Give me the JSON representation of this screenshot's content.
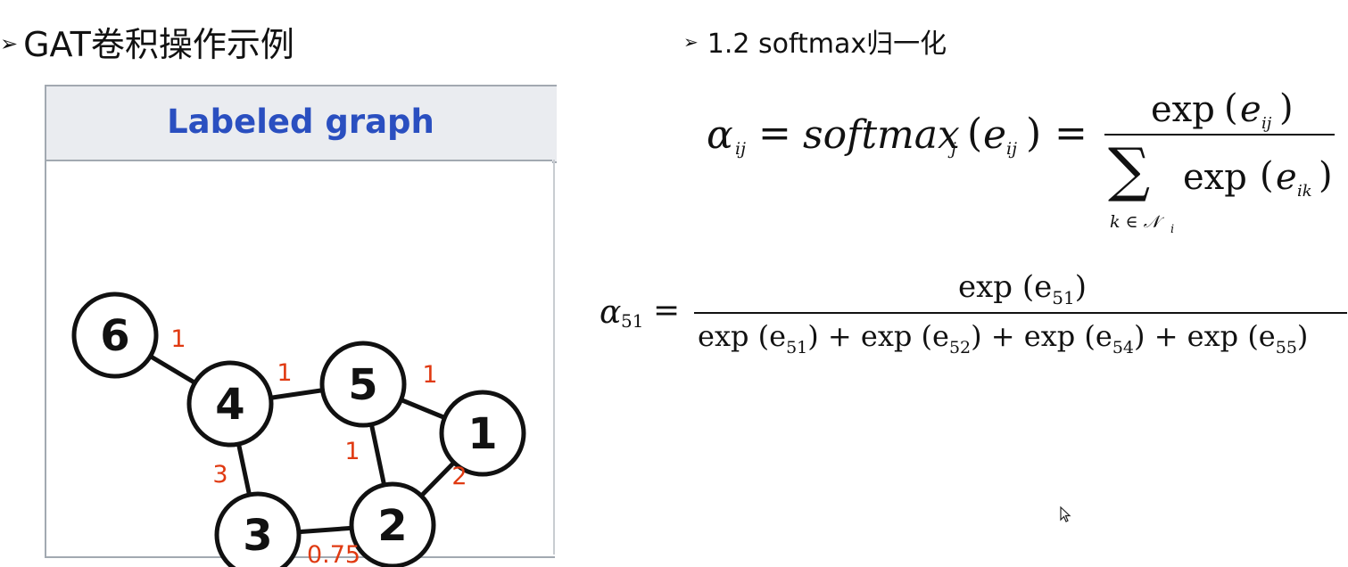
{
  "left_heading": {
    "bullet": "➢",
    "text": "GAT卷积操作示例"
  },
  "right_heading": {
    "bullet": "➢",
    "text": "1.2 softmax归一化"
  },
  "graph": {
    "title": "Labeled graph",
    "nodes": [
      {
        "id": "6"
      },
      {
        "id": "4"
      },
      {
        "id": "5"
      },
      {
        "id": "1"
      },
      {
        "id": "2"
      },
      {
        "id": "3"
      }
    ],
    "edges": [
      {
        "from": "6",
        "to": "4",
        "label": "1"
      },
      {
        "from": "4",
        "to": "5",
        "label": "1"
      },
      {
        "from": "5",
        "to": "1",
        "label": "1"
      },
      {
        "from": "5",
        "to": "2",
        "label": "1"
      },
      {
        "from": "1",
        "to": "2",
        "label": "2"
      },
      {
        "from": "4",
        "to": "3",
        "label": "3"
      },
      {
        "from": "3",
        "to": "2",
        "label": "0.75"
      }
    ],
    "colors": {
      "node_fill": "#ffffff",
      "stroke": "#111111",
      "edge_label": "#e03a12"
    }
  },
  "formula_general": {
    "alpha": "α",
    "sub_ij": "ij",
    "eq": "=",
    "softmax": "softmax",
    "sub_j": "j",
    "lparen": "(",
    "e": "e",
    "rparen": ")",
    "exp": "exp",
    "sub_ik": "ik",
    "sigma": "∑",
    "sum_index": "k ∈ 𝒩",
    "sum_index_sub": "i"
  },
  "formula_example": {
    "alpha": "α",
    "alpha_sub": "51",
    "eq": "=",
    "numerator": "exp (e",
    "numerator_sub": "51",
    "numerator_close": ")",
    "denominator_terms": [
      {
        "text": "exp (e",
        "sub": "51",
        "close": ")"
      },
      {
        "text": "+ exp (e",
        "sub": "52",
        "close": ")"
      },
      {
        "text": "+ exp (e",
        "sub": "54",
        "close": ")"
      },
      {
        "text": "+ exp (e",
        "sub": "55",
        "close": ")"
      }
    ]
  }
}
